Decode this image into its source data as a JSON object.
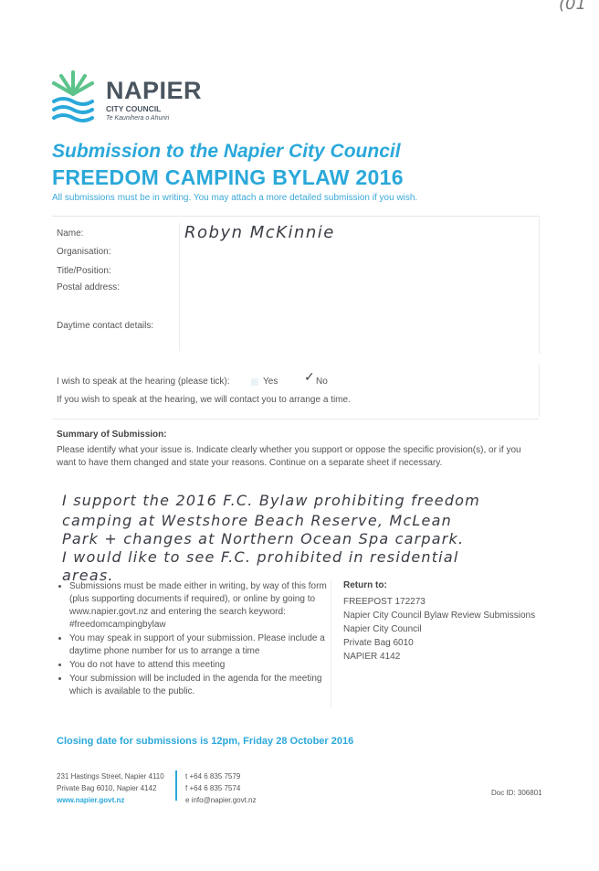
{
  "logo": {
    "name": "NAPIER",
    "subtitle": "CITY COUNCIL",
    "maori": "Te Kaunihera o Ahuriri"
  },
  "header": {
    "title_line1": "Submission to the Napier City Council",
    "title_line2": "FREEDOM CAMPING BYLAW 2016",
    "intro": "All submissions must be in writing. You may attach a more detailed submission if you wish."
  },
  "form": {
    "fields": [
      {
        "label": "Name:",
        "value": "Robyn McKinnie"
      },
      {
        "label": "Organisation:",
        "value": ""
      },
      {
        "label": "Title/Position:",
        "value": ""
      },
      {
        "label": "Postal address:",
        "value": ""
      },
      {
        "label": "Daytime contact details:",
        "value": ""
      }
    ]
  },
  "hearing": {
    "question": "I wish to speak at the hearing (please tick):",
    "yes_label": "Yes",
    "no_label": "No",
    "selected": "No",
    "tick_glyph": "✓",
    "note": "If you wish to speak at the hearing, we will contact you to arrange a time."
  },
  "summary": {
    "title": "Summary of Submission:",
    "instructions": "Please identify what your issue is. Indicate clearly whether you support or oppose the specific provision(s), or if you want to have them changed and state your reasons. Continue on a separate sheet if necessary.",
    "handwritten_lines": [
      "I support the 2016 F.C. Bylaw prohibiting freedom",
      "camping at Westshore Beach Reserve, McLean",
      "Park + changes at Northern Ocean Spa carpark.",
      "I would like to see F.C. prohibited in residential",
      "areas."
    ]
  },
  "notes": {
    "bullets": [
      "Submissions must be made either in writing, by way of this form (plus supporting documents if required), or online by going to www.napier.govt.nz and entering the search keyword: #freedomcampingbylaw",
      "You may speak in support of your submission. Please include a daytime phone number for us to arrange a time",
      "You do not have to attend this meeting",
      "Your submission will be included in the agenda for the meeting which is available to the public."
    ]
  },
  "return_to": {
    "title": "Return to:",
    "lines": [
      "FREEPOST 172273",
      "Napier City Council Bylaw Review Submissions",
      "Napier City Council",
      "Private Bag 6010",
      "NAPIER 4142"
    ]
  },
  "closing": "Closing date for submissions is 12pm, Friday 28 October 2016",
  "footer": {
    "address_lines": [
      "231 Hastings Street, Napier 4110",
      "Private Bag 6010, Napier 4142"
    ],
    "website": "www.napier.govt.nz",
    "phone": "t +64 6 835 7579",
    "fax": "f +64 6 835 7574",
    "email": "e info@napier.govt.nz",
    "doc_id": "Doc ID: 306801"
  },
  "corner_mark": "(01",
  "colors": {
    "accent": "#2aa8da",
    "logo_green": "#5cc38a",
    "logo_blue": "#2aa8da",
    "text": "#555555"
  }
}
